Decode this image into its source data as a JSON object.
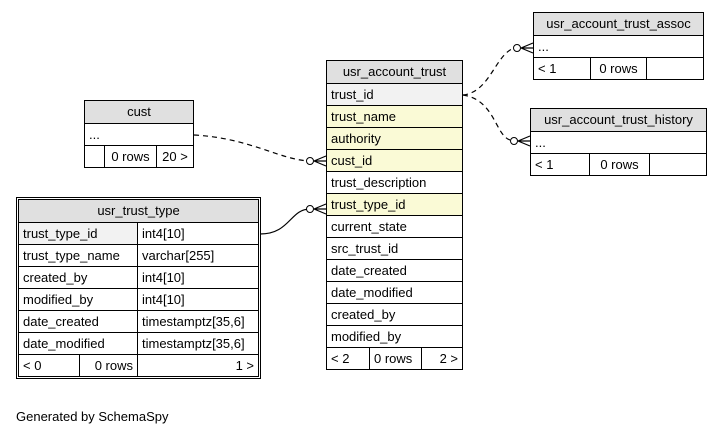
{
  "footer": "Generated by SchemaSpy",
  "tables": {
    "cust": {
      "title": "cust",
      "ellipsis": "...",
      "footer": {
        "blank": "",
        "rows": "0 rows",
        "more": "20 >"
      }
    },
    "usr_trust_type": {
      "title": "usr_trust_type",
      "columns": [
        {
          "name": "trust_type_id",
          "type": "int4[10]"
        },
        {
          "name": "trust_type_name",
          "type": "varchar[255]"
        },
        {
          "name": "created_by",
          "type": "int4[10]"
        },
        {
          "name": "modified_by",
          "type": "int4[10]"
        },
        {
          "name": "date_created",
          "type": "timestamptz[35,6]"
        },
        {
          "name": "date_modified",
          "type": "timestamptz[35,6]"
        }
      ],
      "footer": {
        "left": "< 0",
        "rows": "0 rows",
        "right": "1 >"
      }
    },
    "usr_account_trust": {
      "title": "usr_account_trust",
      "columns": [
        "trust_id",
        "trust_name",
        "authority",
        "cust_id",
        "trust_description",
        "trust_type_id",
        "current_state",
        "src_trust_id",
        "date_created",
        "date_modified",
        "created_by",
        "modified_by"
      ],
      "footer": {
        "left": "< 2",
        "rows": "0 rows",
        "right": "2 >"
      }
    },
    "usr_account_trust_assoc": {
      "title": "usr_account_trust_assoc",
      "ellipsis": "...",
      "footer": {
        "left": "< 1",
        "rows": "0 rows",
        "blank": ""
      }
    },
    "usr_account_trust_history": {
      "title": "usr_account_trust_history",
      "ellipsis": "...",
      "footer": {
        "left": "< 1",
        "rows": "0 rows",
        "blank": ""
      }
    }
  }
}
